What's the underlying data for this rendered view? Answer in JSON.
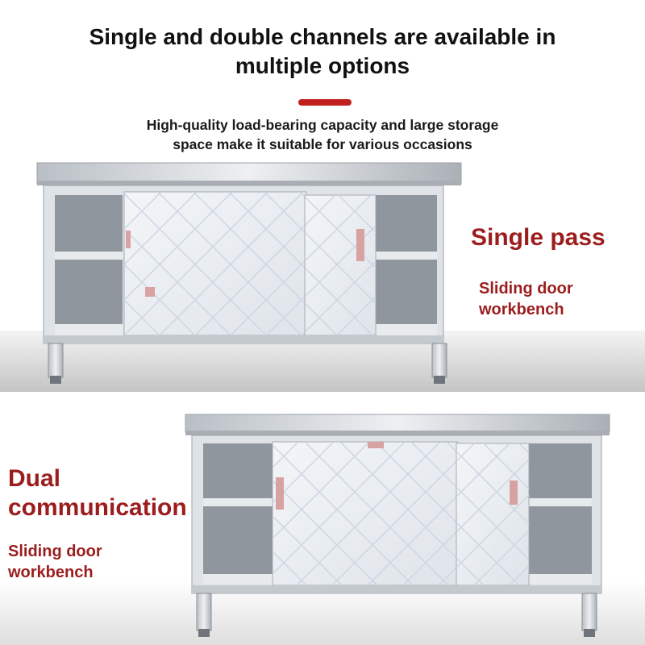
{
  "header": {
    "title_line1": "Single and double channels are available in",
    "title_line2": "multiple options",
    "subtitle_line1": "High-quality load-bearing capacity and large storage",
    "subtitle_line2": "space make it suitable for various occasions"
  },
  "products": [
    {
      "title": "Single pass",
      "subtitle_line1": "Sliding door",
      "subtitle_line2": "workbench"
    },
    {
      "title_line1": "Dual",
      "title_line2": "communication",
      "subtitle_line1": "Sliding door",
      "subtitle_line2": "workbench"
    }
  ],
  "colors": {
    "accent_red": "#c21f1f",
    "label_red": "#9c1d1d",
    "steel_light": "#e6e9ec",
    "steel_dark": "#9aa1a8",
    "floor": "#c9c9c9"
  }
}
